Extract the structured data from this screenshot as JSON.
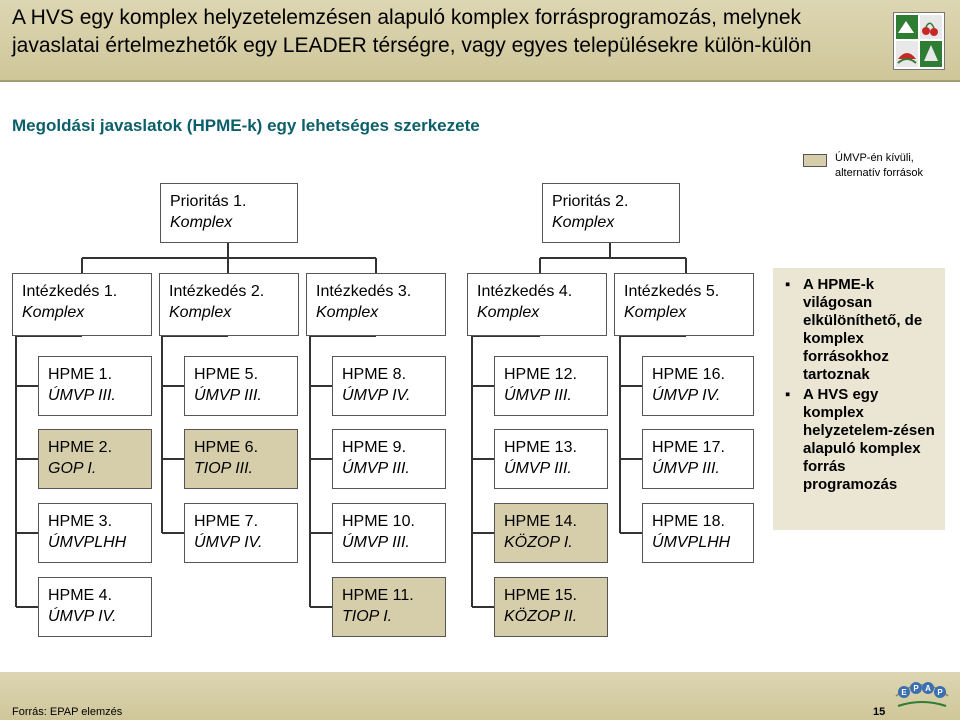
{
  "header": {
    "title": "A HVS egy komplex helyzetelemzésen alapuló komplex forrásprogramozás, melynek javaslatai értelmezhetők egy LEADER térségre, vagy egyes településekre külön-külön"
  },
  "subtitle": "Megoldási javaslatok (HPME-k) egy lehetséges szerkezete",
  "legend": {
    "label": "ÚMVP-én kívüli,\nalternatív források",
    "color": "#d6ceaa"
  },
  "priorities": [
    {
      "title": "Prioritás 1.",
      "type": "Komplex"
    },
    {
      "title": "Prioritás 2.",
      "type": "Komplex"
    }
  ],
  "measures": [
    {
      "title": "Intézkedés 1.",
      "type": "Komplex"
    },
    {
      "title": "Intézkedés 2.",
      "type": "Komplex"
    },
    {
      "title": "Intézkedés 3.",
      "type": "Komplex"
    },
    {
      "title": "Intézkedés 4.",
      "type": "Komplex"
    },
    {
      "title": "Intézkedés 5.",
      "type": "Komplex"
    }
  ],
  "hpme": [
    {
      "title": "HPME 1.",
      "source": "ÚMVP III.",
      "alternative": false
    },
    {
      "title": "HPME 2.",
      "source": "GOP I.",
      "alternative": true
    },
    {
      "title": "HPME 3.",
      "source": "ÚMVPLHH",
      "alternative": false
    },
    {
      "title": "HPME 4.",
      "source": "ÚMVP IV.",
      "alternative": false
    },
    {
      "title": "HPME 5.",
      "source": "ÚMVP III.",
      "alternative": false
    },
    {
      "title": "HPME 6.",
      "source": "TIOP III.",
      "alternative": true
    },
    {
      "title": "HPME 7.",
      "source": "ÚMVP IV.",
      "alternative": false
    },
    {
      "title": "HPME 8.",
      "source": "ÚMVP IV.",
      "alternative": false
    },
    {
      "title": "HPME 9.",
      "source": "ÚMVP III.",
      "alternative": false
    },
    {
      "title": "HPME 10.",
      "source": "ÚMVP III.",
      "alternative": false
    },
    {
      "title": "HPME 11.",
      "source": "TIOP I.",
      "alternative": true
    },
    {
      "title": "HPME 12.",
      "source": "ÚMVP III.",
      "alternative": false
    },
    {
      "title": "HPME 13.",
      "source": "ÚMVP III.",
      "alternative": false
    },
    {
      "title": "HPME 14.",
      "source": "KÖZOP I.",
      "alternative": true
    },
    {
      "title": "HPME 15.",
      "source": "KÖZOP II.",
      "alternative": true
    },
    {
      "title": "HPME 16.",
      "source": "ÚMVP IV.",
      "alternative": false
    },
    {
      "title": "HPME 17.",
      "source": "ÚMVP III.",
      "alternative": false
    },
    {
      "title": "HPME 18.",
      "source": "ÚMVPLHH",
      "alternative": false
    }
  ],
  "notes": [
    "A HPME-k világosan elkülöníthető, de komplex forrásokhoz tartoznak",
    "A HVS egy komplex helyzetelem-zésen alapuló komplex forrás programozás"
  ],
  "note_bullet": "▪",
  "footer": {
    "source": "Forrás:  EPAP elemzés",
    "page": "15",
    "logo_text": "EPAP"
  }
}
